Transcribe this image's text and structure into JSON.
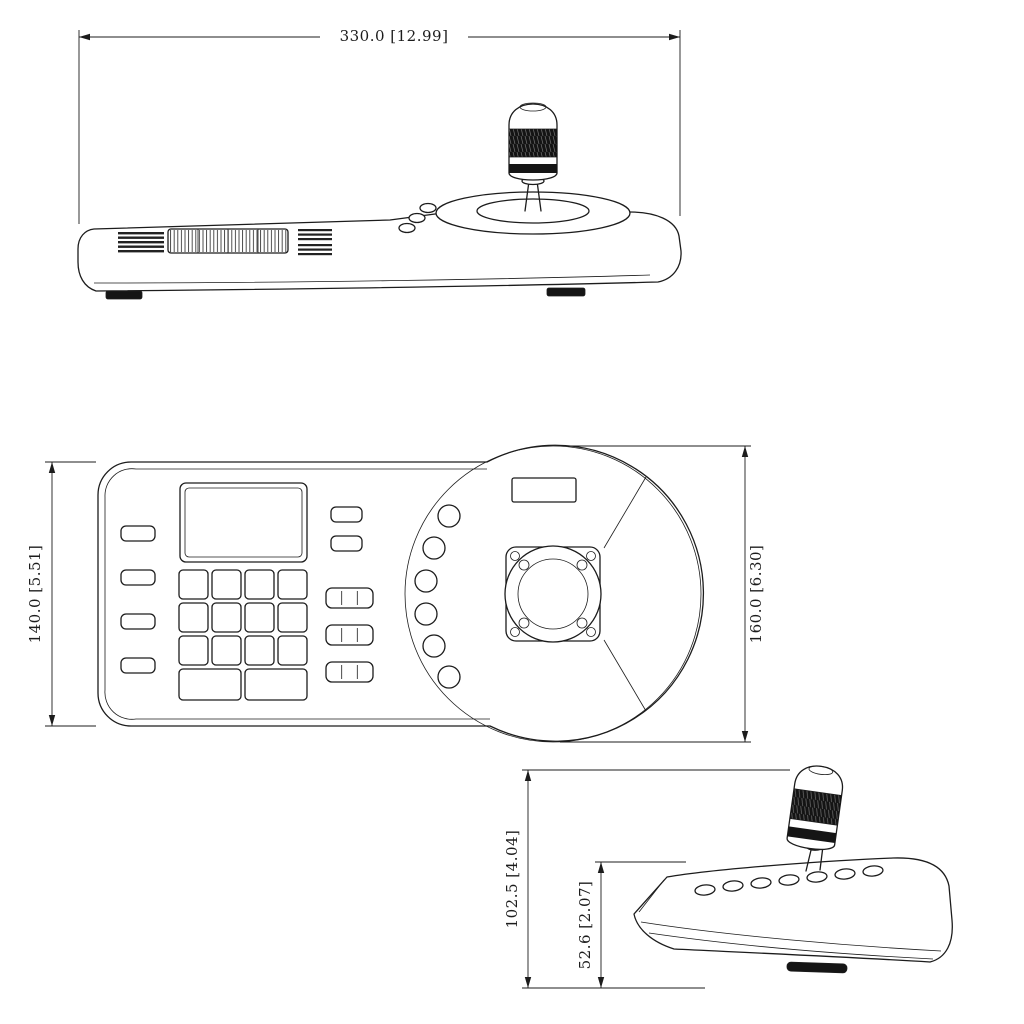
{
  "colors": {
    "line": "#1c1c1c",
    "background": "#ffffff"
  },
  "dimensions": {
    "overall_width": "330.0 [12.99]",
    "body_depth": "140.0 [5.51]",
    "overall_depth": "160.0 [6.30]",
    "overall_height": "102.5 [4.04]",
    "body_height": "52.6 [2.07]"
  }
}
